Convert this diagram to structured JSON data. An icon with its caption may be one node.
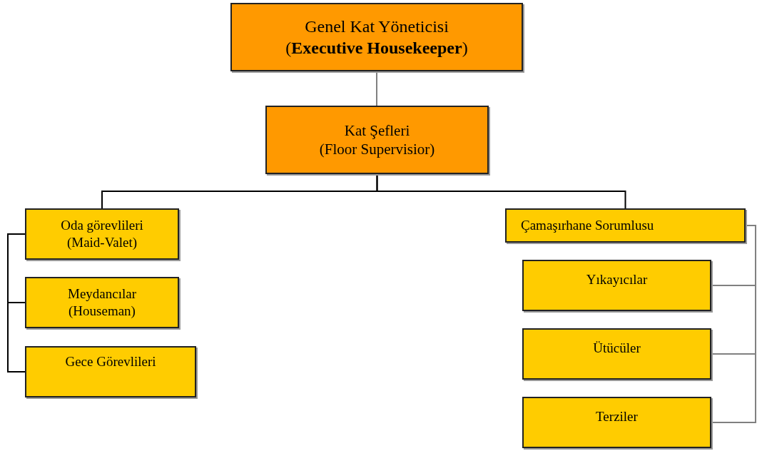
{
  "diagram": {
    "nodes": [
      {
        "text": [
          "Genel Kat Yöneticisi",
          "(**Executive Housekeeper**)"
        ]
      },
      {
        "text": [
          "Kat Şefleri",
          "(Floor Supervisior)"
        ]
      },
      {
        "text": [
          "Oda görevlileri",
          "(Maid-Valet)"
        ]
      },
      {
        "text": [
          "Meydancılar",
          "(Houseman)"
        ]
      },
      {
        "text": [
          "Gece Görevlileri"
        ]
      },
      {
        "text": [
          "Çamaşırhane Sorumlusu"
        ]
      },
      {
        "text": [
          "Yıkayıcılar"
        ]
      },
      {
        "text": [
          "Ütücüler"
        ]
      },
      {
        "text": [
          "Terziler"
        ]
      }
    ],
    "edges": [
      {
        "from": 0,
        "to": 1,
        "arrow": "none"
      },
      {
        "from": 1,
        "to": 2,
        "arrow": "none",
        "color": "#000000"
      },
      {
        "from": 1,
        "to": 5,
        "arrow": "none",
        "color": "#000000"
      },
      {
        "from": 2,
        "to": 3,
        "arrow": "none",
        "color": "#000000"
      },
      {
        "from": 2,
        "to": 4,
        "arrow": "none",
        "color": "#000000"
      },
      {
        "from": 5,
        "to": 6,
        "arrow": "none"
      },
      {
        "from": 5,
        "to": 7,
        "arrow": "none"
      },
      {
        "from": 5,
        "to": 8,
        "arrow": "none"
      }
    ]
  }
}
